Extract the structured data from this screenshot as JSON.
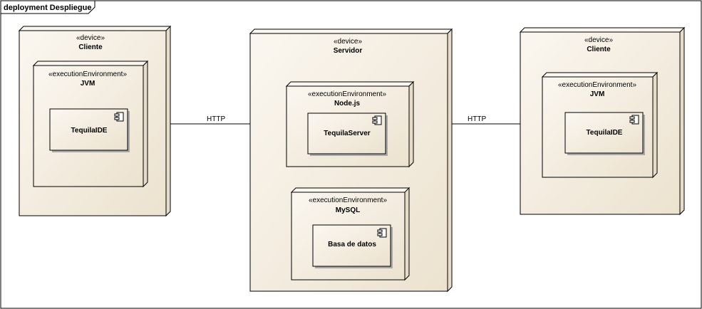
{
  "frame": {
    "label": "deployment Despliegue"
  },
  "colors": {
    "node_front": "#f6efe3",
    "node_side": "#e7dcc8",
    "node_top": "#fbf7f0",
    "stroke": "#000000",
    "shadow": "#a9a9a9",
    "component_fill": "#f6efe3"
  },
  "nodes": {
    "cliente_left": {
      "stereotype": "«device»",
      "name": "Cliente"
    },
    "jvm_left": {
      "stereotype": "«executionEnvironment»",
      "name": "JVM"
    },
    "tequilaide_left": {
      "name": "TequilaIDE"
    },
    "servidor": {
      "stereotype": "«device»",
      "name": "Servidor"
    },
    "nodejs": {
      "stereotype": "«executionEnvironment»",
      "name": "Node.js"
    },
    "tequilaserver": {
      "name": "TequilaServer"
    },
    "mysql": {
      "stereotype": "«executionEnvironment»",
      "name": "MySQL"
    },
    "basededatos": {
      "name": "Basa de datos"
    },
    "cliente_right": {
      "stereotype": "«device»",
      "name": "Cliente"
    },
    "jvm_right": {
      "stereotype": "«executionEnvironment»",
      "name": "JVM"
    },
    "tequilaide_right": {
      "name": "TequilaIDE"
    }
  },
  "connectors": {
    "http_left": {
      "label": "HTTP"
    },
    "http_right": {
      "label": "HTTP"
    }
  }
}
